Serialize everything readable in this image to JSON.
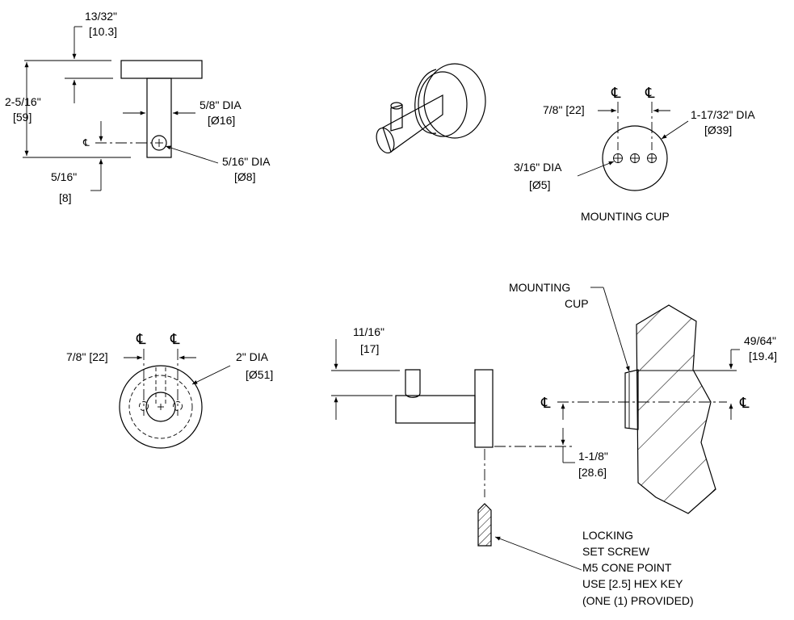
{
  "side_view": {
    "top_dim": [
      "13/32\"",
      "[10.3]"
    ],
    "height_dim": [
      "2-5/16\"",
      "[59]"
    ],
    "post_dia": [
      "5/8\" DIA",
      "[Ø16]"
    ],
    "hole_dia": [
      "5/16\" DIA",
      "[Ø8]"
    ],
    "offset_dim": [
      "5/16\"",
      "[8]"
    ],
    "centerline_mark": "℄"
  },
  "mounting_cup": {
    "spacing": "7/8\" [22]",
    "outer_dia": [
      "1-17/32\" DIA",
      "[Ø39]"
    ],
    "hole_dia": [
      "3/16\" DIA",
      "[Ø5]"
    ],
    "caption": "MOUNTING CUP",
    "centerline_mark": "℄"
  },
  "rear_view": {
    "spacing": "7/8\" [22]",
    "outer_dia": [
      "2\" DIA",
      "[Ø51]"
    ],
    "centerline_mark": "℄"
  },
  "install_view": {
    "post_dim": [
      "11/16\"",
      "[17]"
    ],
    "mounting_cup_label": [
      "MOUNTING",
      "CUP"
    ],
    "wall_offset": [
      "49/64\"",
      "[19.4]"
    ],
    "height_dim": [
      "1-1/8\"",
      "[28.6]"
    ],
    "centerline_mark": "℄",
    "screw_note": [
      "LOCKING",
      "SET SCREW",
      "M5 CONE POINT",
      "USE [2.5] HEX KEY",
      "(ONE (1) PROVIDED)"
    ]
  }
}
